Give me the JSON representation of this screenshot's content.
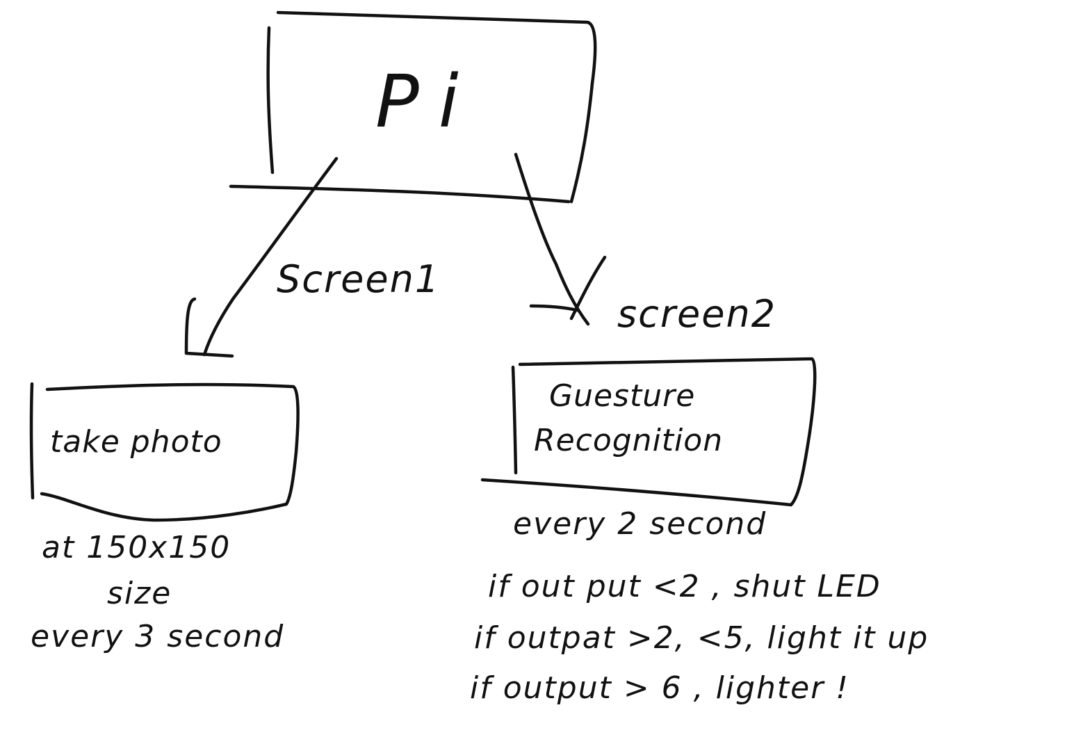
{
  "diagram": {
    "root": {
      "label": "Pi"
    },
    "edges": {
      "left_label": "Screen1",
      "right_label": "screen2"
    },
    "left_node": {
      "label": "take photo",
      "notes": [
        "at 150x150",
        "size",
        "every 3 second"
      ]
    },
    "right_node": {
      "label_line1": "Guesture",
      "label_line2": "Recognition",
      "notes": [
        "every 2 second",
        "if out put <2 , shut LED",
        "if outpat >2, <5, light it up",
        "if output > 6 , lighter !"
      ]
    }
  }
}
